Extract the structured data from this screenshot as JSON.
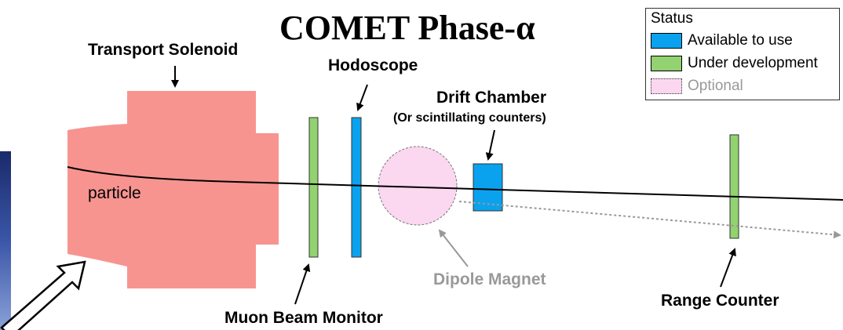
{
  "title": "COMET Phase-α",
  "labels": {
    "transport_solenoid": "Transport Solenoid",
    "hodoscope": "Hodoscope",
    "drift_chamber": "Drift Chamber",
    "drift_chamber_sub": "(Or scintillating counters)",
    "particle": "particle",
    "dipole_magnet": "Dipole Magnet",
    "muon_beam_monitor": "Muon Beam Monitor",
    "range_counter": "Range Counter"
  },
  "legend": {
    "title": "Status",
    "items": [
      {
        "label": "Available to use",
        "color": "#0aa2ee",
        "style": "solid"
      },
      {
        "label": "Under development",
        "color": "#92d270",
        "style": "solid"
      },
      {
        "label": "Optional",
        "color": "#fcd7f0",
        "style": "dotted"
      }
    ]
  },
  "colors": {
    "solenoid": "#f79490",
    "available": "#0aa2ee",
    "development": "#92d270",
    "optional": "#fcd7f0",
    "dipole_label": "#999999",
    "track": "#000000",
    "deflected_track": "#999999"
  }
}
